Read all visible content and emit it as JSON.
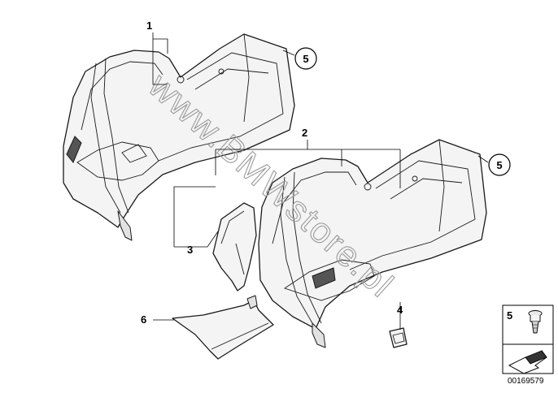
{
  "callouts": {
    "c1": "1",
    "c2": "2",
    "c3": "3",
    "c4": "4",
    "c5a": "5",
    "c5b": "5",
    "c6": "6"
  },
  "legend": {
    "item_number": "5"
  },
  "document_number": "00169579",
  "watermark": "www.BMWstore.pl"
}
